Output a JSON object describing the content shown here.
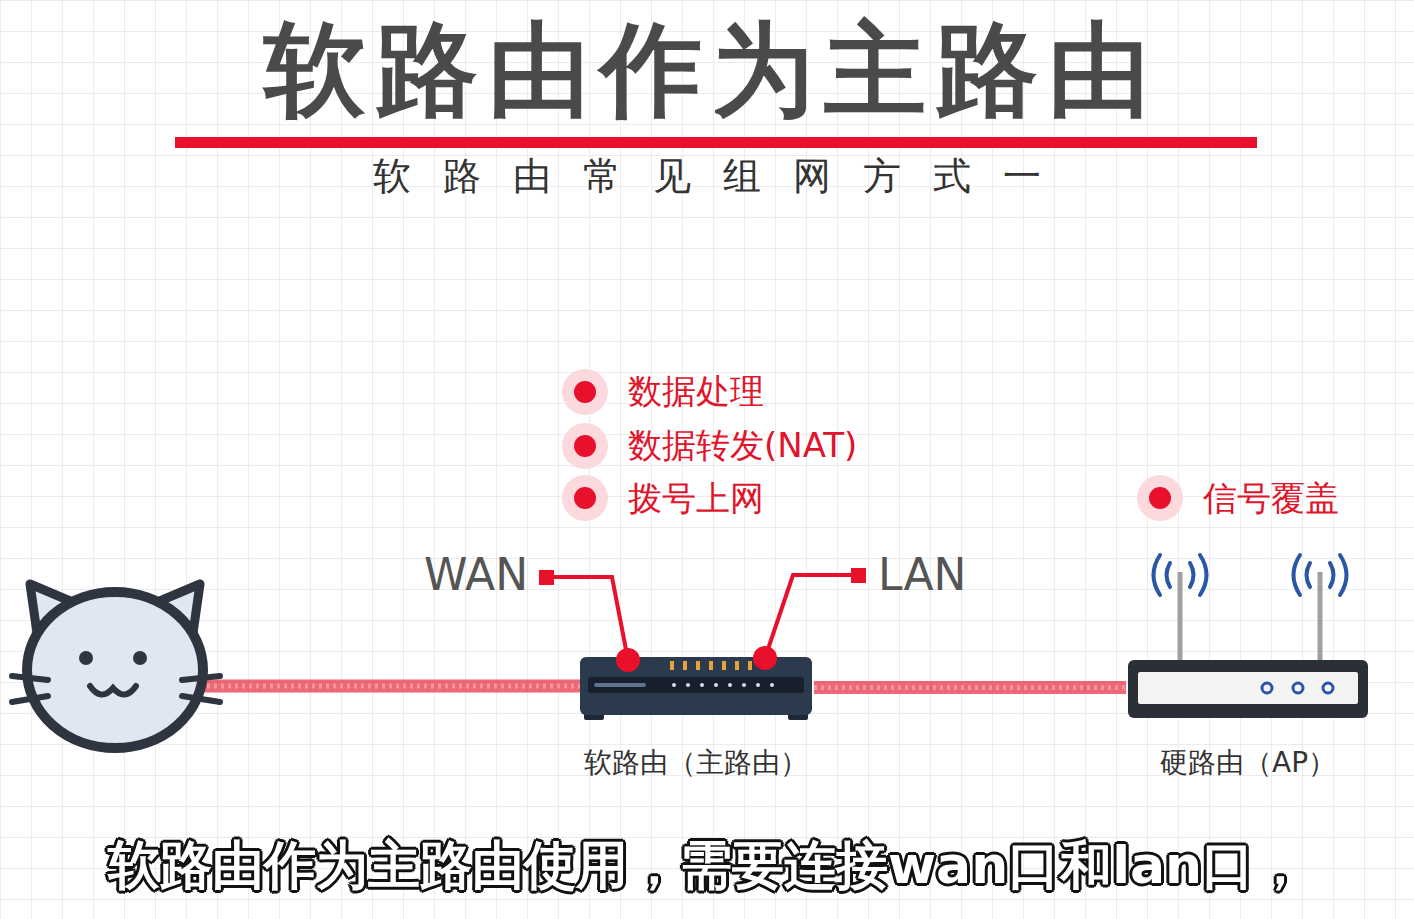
{
  "diagram": {
    "title": "软路由作为主路由",
    "caption": "软路由作为主路由使用，需要连接wan口和lan口，",
    "nodes": [
      {
        "text": [
          "软路由（主路由）"
        ]
      },
      {
        "text": [
          "硬路由（AP）"
        ]
      }
    ],
    "edges": [
      {
        "from": 0,
        "to": 1,
        "arrow": "none"
      }
    ],
    "labels": [
      "软路由常见组网方式一",
      "数据处理",
      "数据转发(NAT)",
      "拨号上网",
      "信号覆盖",
      "WAN",
      "LAN"
    ]
  }
}
